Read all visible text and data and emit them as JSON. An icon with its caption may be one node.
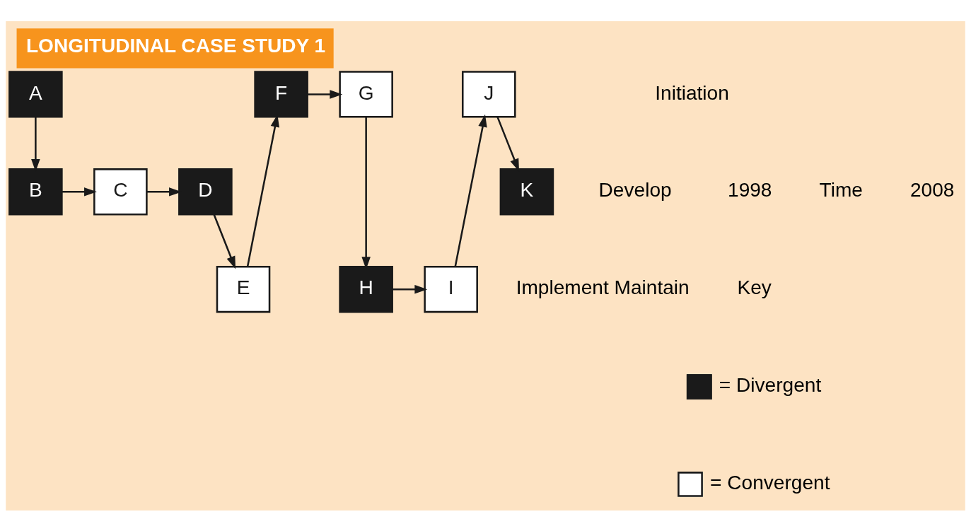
{
  "diagram": {
    "title": "LONGITUDINAL CASE STUDY 1",
    "nodes": [
      {
        "text": [
          "A"
        ]
      },
      {
        "text": [
          "B"
        ]
      },
      {
        "text": [
          "C"
        ]
      },
      {
        "text": [
          "D"
        ]
      },
      {
        "text": [
          "E"
        ]
      },
      {
        "text": [
          "F"
        ]
      },
      {
        "text": [
          "G"
        ]
      },
      {
        "text": [
          "H"
        ]
      },
      {
        "text": [
          "I"
        ]
      },
      {
        "text": [
          "J"
        ]
      },
      {
        "text": [
          "K"
        ]
      }
    ],
    "edges": [
      {
        "from": 0,
        "to": 1,
        "arrow": "to"
      },
      {
        "from": 1,
        "to": 2,
        "arrow": "to"
      },
      {
        "from": 2,
        "to": 3,
        "arrow": "to"
      },
      {
        "from": 3,
        "to": 4,
        "arrow": "to"
      },
      {
        "from": 4,
        "to": 5,
        "arrow": "to"
      },
      {
        "from": 5,
        "to": 6,
        "arrow": "to"
      },
      {
        "from": 6,
        "to": 7,
        "arrow": "to"
      },
      {
        "from": 7,
        "to": 8,
        "arrow": "to"
      },
      {
        "from": 8,
        "to": 9,
        "arrow": "to"
      },
      {
        "from": 9,
        "to": 10,
        "arrow": "to"
      }
    ],
    "labels": [
      "Implement Maintain",
      "Develop",
      "Initiation",
      "1998",
      "Time",
      "2008",
      "Key"
    ],
    "legend": [
      {
        "text": "= Divergent",
        "color": "#1a1a1a"
      },
      {
        "text": "= Convergent",
        "color": "#ffffff"
      }
    ]
  }
}
